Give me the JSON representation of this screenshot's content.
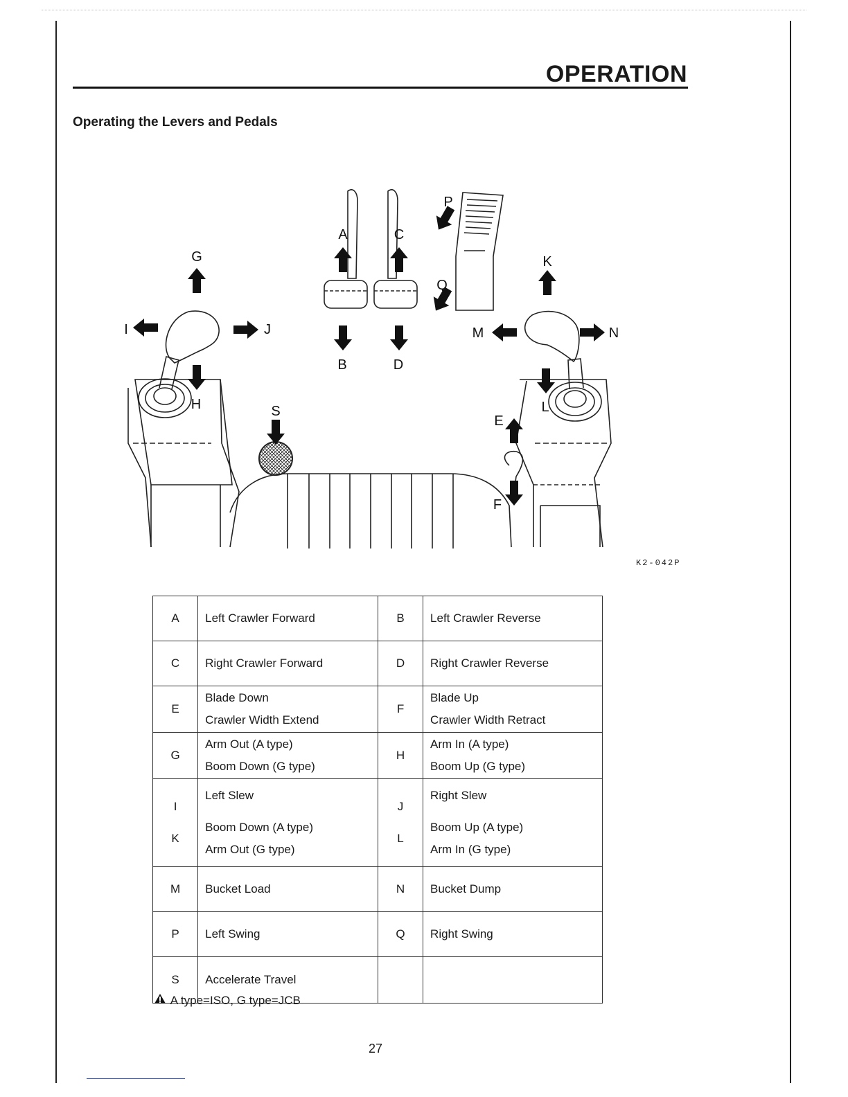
{
  "header": {
    "title": "OPERATION"
  },
  "section": {
    "title": "Operating the Levers and Pedals"
  },
  "figure": {
    "code": "K2-042P",
    "labels": {
      "A": "A",
      "B": "B",
      "C": "C",
      "D": "D",
      "E": "E",
      "F": "F",
      "G": "G",
      "H": "H",
      "I": "I",
      "J": "J",
      "K": "K",
      "L": "L",
      "M": "M",
      "N": "N",
      "P": "P",
      "Q": "Q",
      "S": "S"
    }
  },
  "table": {
    "rows": [
      {
        "k1": "A",
        "d1": [
          "Left Crawler Forward"
        ],
        "k2": "B",
        "d2": [
          "Left Crawler Reverse"
        ]
      },
      {
        "k1": "C",
        "d1": [
          "Right Crawler Forward"
        ],
        "k2": "D",
        "d2": [
          "Right Crawler Reverse"
        ]
      },
      {
        "k1": "E",
        "d1": [
          "Blade Down",
          "Crawler Width Extend"
        ],
        "k2": "F",
        "d2": [
          "Blade Up",
          "Crawler Width Retract"
        ]
      },
      {
        "k1": "G",
        "d1": [
          "Arm Out (A type)",
          "Boom Down (G type)"
        ],
        "k2": "H",
        "d2": [
          "Arm In (A type)",
          "Boom Up (G type)"
        ]
      },
      {
        "k1a": "I",
        "k1b": "K",
        "d1a": "Left Slew",
        "d1b": [
          "Boom Down (A type)",
          "Arm Out (G type)"
        ],
        "k2a": "J",
        "k2b": "L",
        "d2a": "Right Slew",
        "d2b": [
          "Boom Up (A type)",
          "Arm In (G type)"
        ]
      },
      {
        "k1": "M",
        "d1": [
          "Bucket Load"
        ],
        "k2": "N",
        "d2": [
          "Bucket Dump"
        ]
      },
      {
        "k1": "P",
        "d1": [
          "Left Swing"
        ],
        "k2": "Q",
        "d2": [
          "Right Swing"
        ]
      },
      {
        "k1": "S",
        "d1": [
          "Accelerate Travel"
        ],
        "k2": "",
        "d2": [
          ""
        ]
      }
    ]
  },
  "note": {
    "icon": "warning-triangle-icon",
    "text": "A type=ISO, G type=JCB"
  },
  "page": {
    "number": "27"
  }
}
